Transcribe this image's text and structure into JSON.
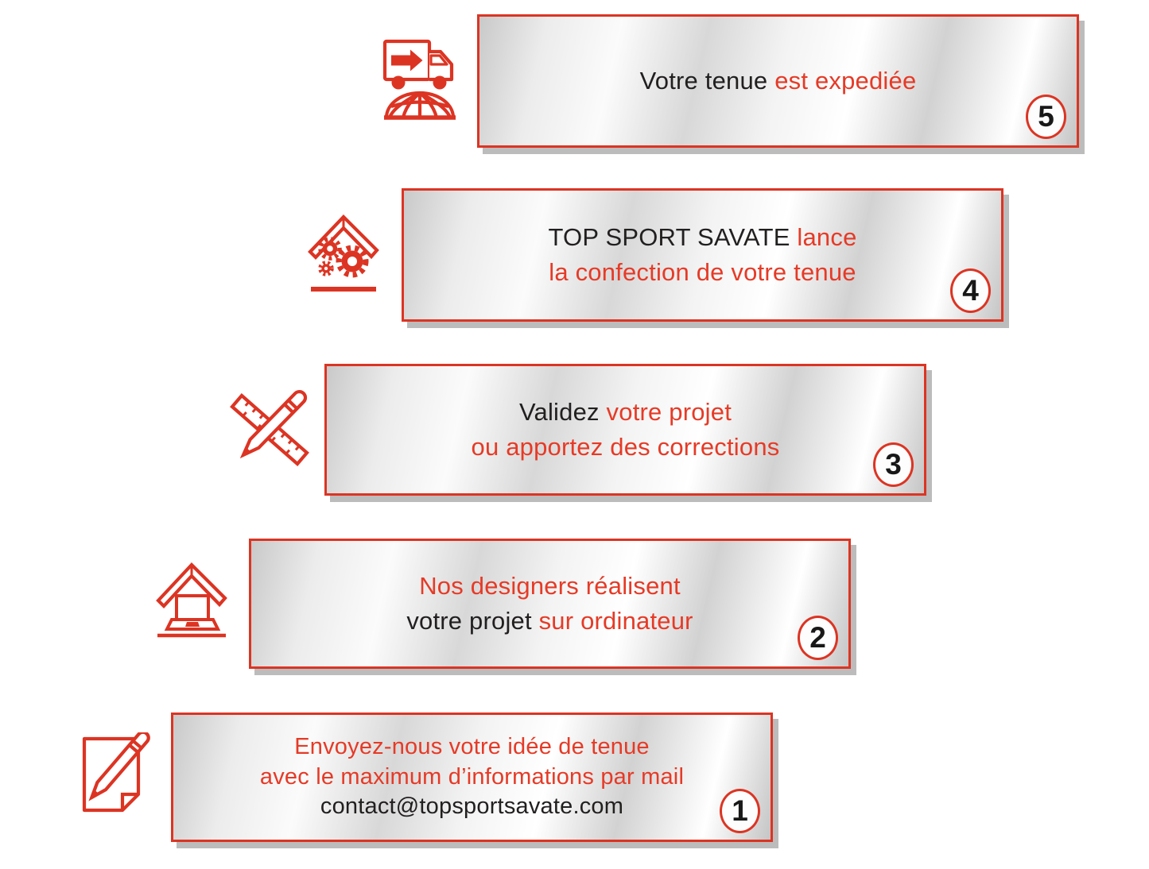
{
  "palette": {
    "red_outline": "#dc3423",
    "red_text": "#e63a26",
    "text_black": "#221f1f",
    "panel_silver_light": "#ffffff",
    "panel_silver_dark": "#c9c9c9",
    "shadow_gray": "#bcbcbc",
    "background": "#ffffff"
  },
  "steps": [
    {
      "number": "5",
      "icon": "delivery-truck-globe-icon",
      "lines": [
        [
          {
            "t": "Votre tenue ",
            "color": "black"
          },
          {
            "t": "est expediée",
            "color": "red"
          }
        ]
      ]
    },
    {
      "number": "4",
      "icon": "workshop-gears-icon",
      "lines": [
        [
          {
            "t": "TOP SPORT SAVATE ",
            "color": "black"
          },
          {
            "t": "lance",
            "color": "red"
          }
        ],
        [
          {
            "t": "la confection de votre tenue",
            "color": "red"
          }
        ]
      ]
    },
    {
      "number": "3",
      "icon": "pencil-ruler-icon",
      "lines": [
        [
          {
            "t": "Validez ",
            "color": "black"
          },
          {
            "t": "votre projet",
            "color": "red"
          }
        ],
        [
          {
            "t": "ou apportez des corrections",
            "color": "red"
          }
        ]
      ]
    },
    {
      "number": "2",
      "icon": "workshop-laptop-icon",
      "lines": [
        [
          {
            "t": "Nos designers réalisent",
            "color": "red"
          }
        ],
        [
          {
            "t": "votre projet ",
            "color": "black"
          },
          {
            "t": "sur ordinateur",
            "color": "red"
          }
        ]
      ]
    },
    {
      "number": "1",
      "icon": "note-pencil-icon",
      "lines": [
        [
          {
            "t": "Envoyez-nous votre idée de tenue",
            "color": "red"
          }
        ],
        [
          {
            "t": "avec le maximum d’informations par mail",
            "color": "red"
          }
        ],
        [
          {
            "t": "contact@topsportsavate.com",
            "color": "black"
          }
        ]
      ]
    }
  ]
}
